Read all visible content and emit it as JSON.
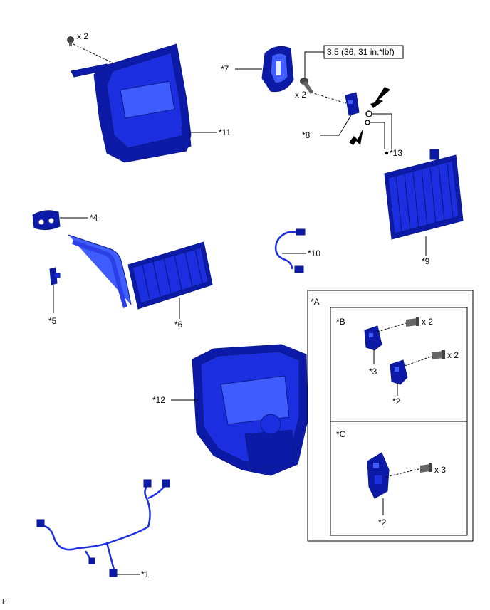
{
  "labels": {
    "p1": "*1",
    "p2a": "*2",
    "p2b": "*2",
    "p3": "*3",
    "p4": "*4",
    "p5": "*5",
    "p6": "*6",
    "p7": "*7",
    "p8": "*8",
    "p9": "*9",
    "p10": "*10",
    "p11": "*11",
    "p12": "*12",
    "p13": "*13"
  },
  "qty": {
    "screw_top": "x 2",
    "bolt_valve": "x 2",
    "screw_b1": "x 2",
    "screw_b2": "x 2",
    "screw_c": "x 3"
  },
  "torque": "3.5 (36, 31 in.*lbf)",
  "groups": {
    "a": "*A",
    "b": "*B",
    "c": "*C"
  },
  "footer": "P",
  "colors": {
    "part_dark": "#0d1aa8",
    "part_mid": "#1c2fe0",
    "part_light": "#3f5cff"
  }
}
